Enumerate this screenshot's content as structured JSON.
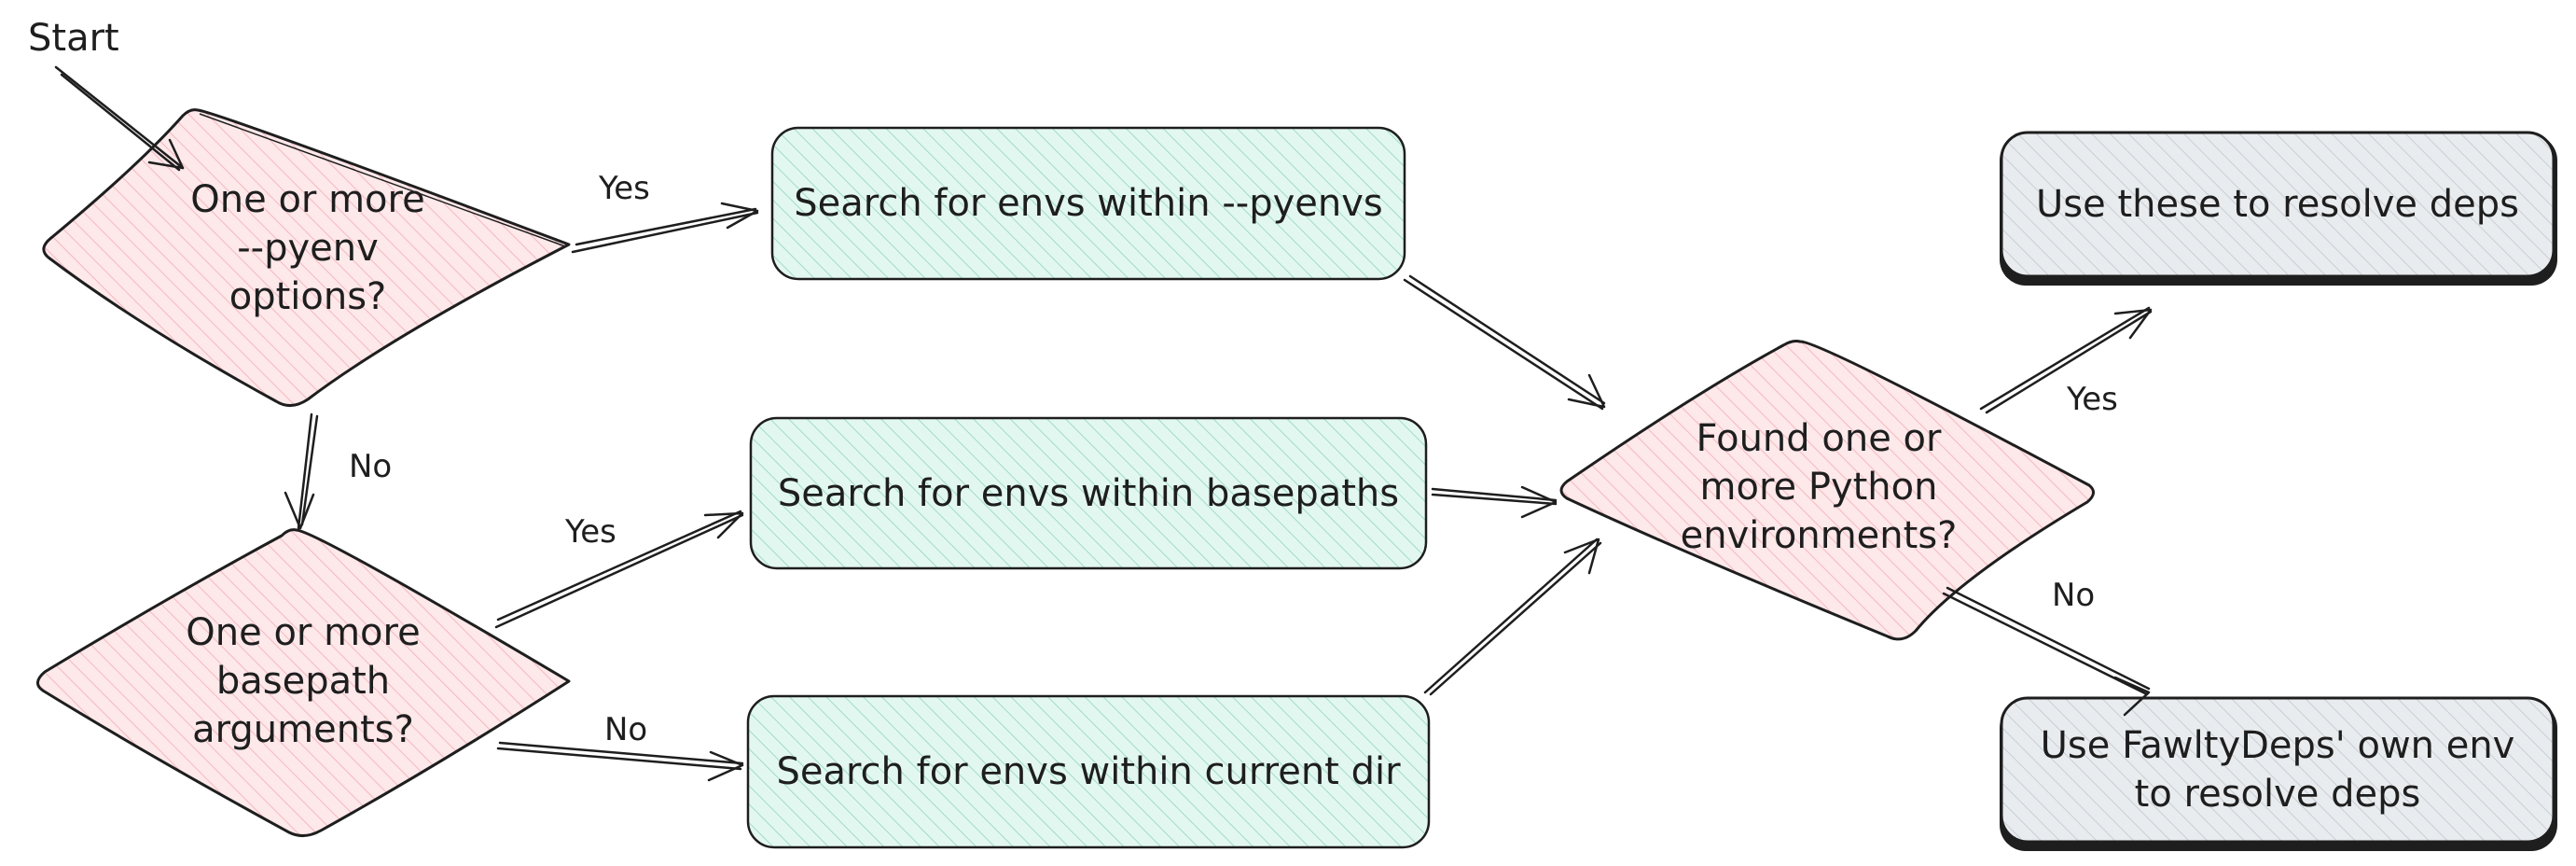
{
  "colors": {
    "decision_fill": "#fde8ea",
    "decision_hatch": "#f5b8bf",
    "process_fill": "#e3f7f1",
    "process_hatch": "#9fdcc8",
    "terminal_fill": "#e9ecef",
    "terminal_hatch": "#c9ced4",
    "stroke": "#1e1e1e"
  },
  "start_label": "Start",
  "nodes": {
    "decision_pyenv": "One or more\n--pyenv\noptions?",
    "decision_basepath": "One or more\nbasepath\narguments?",
    "search_pyenvs": "Search for envs within --pyenvs",
    "search_basepaths": "Search for envs within basepaths",
    "search_current_dir": "Search for envs within current dir",
    "decision_found": "Found one or\nmore Python\nenvironments?",
    "use_these": "Use these to resolve deps",
    "use_own_env": "Use FawltyDeps' own env\nto resolve deps"
  },
  "edge_labels": {
    "pyenv_yes": "Yes",
    "pyenv_no": "No",
    "basepath_yes": "Yes",
    "basepath_no": "No",
    "found_yes": "Yes",
    "found_no": "No"
  }
}
